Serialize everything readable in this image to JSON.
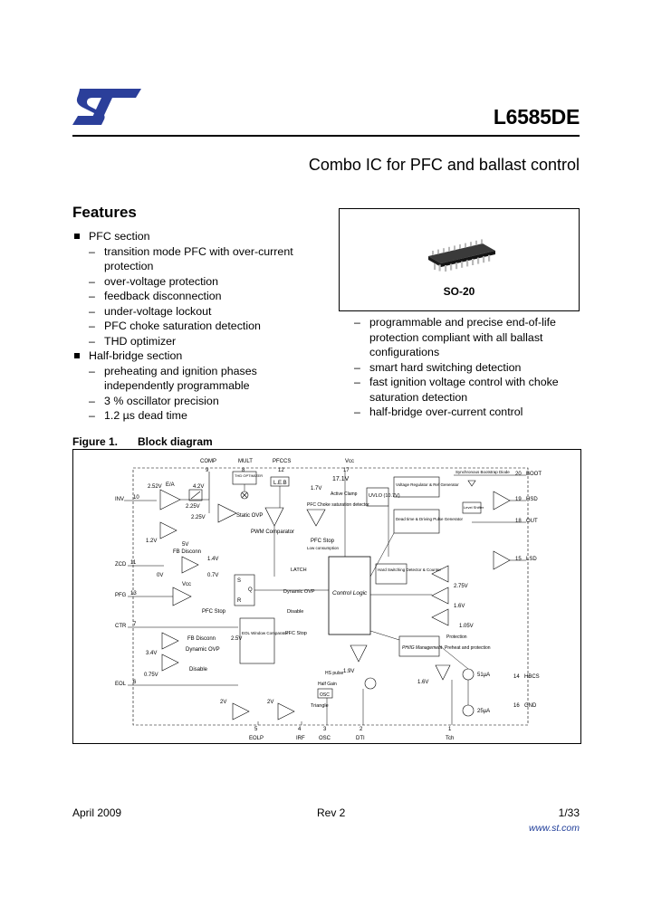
{
  "header": {
    "part_number": "L6585DE",
    "subtitle": "Combo IC for PFC and ballast control"
  },
  "features": {
    "heading": "Features",
    "left_column": [
      {
        "level": 1,
        "text": "PFC section"
      },
      {
        "level": 2,
        "text": "transition mode PFC with over-current protection"
      },
      {
        "level": 2,
        "text": "over-voltage protection"
      },
      {
        "level": 2,
        "text": "feedback disconnection"
      },
      {
        "level": 2,
        "text": "under-voltage lockout"
      },
      {
        "level": 2,
        "text": "PFC choke saturation detection"
      },
      {
        "level": 2,
        "text": "THD optimizer"
      },
      {
        "level": 1,
        "text": "Half-bridge section"
      },
      {
        "level": 2,
        "text": "preheating and ignition phases independently programmable"
      },
      {
        "level": 2,
        "text": "3 % oscillator precision"
      },
      {
        "level": 2,
        "text": "1.2 µs dead time"
      }
    ],
    "right_column": [
      {
        "level": 2,
        "text": "programmable and precise end-of-life protection compliant with all ballast configurations"
      },
      {
        "level": 2,
        "text": "smart hard switching detection"
      },
      {
        "level": 2,
        "text": "fast ignition voltage control with choke saturation detection"
      },
      {
        "level": 2,
        "text": "half-bridge over-current control"
      }
    ]
  },
  "package": {
    "label": "SO-20"
  },
  "figure": {
    "number": "Figure 1.",
    "title": "Block diagram",
    "pins_left": [
      {
        "num": "10",
        "name": "INV"
      },
      {
        "num": "11",
        "name": "ZCD"
      },
      {
        "num": "13",
        "name": "PFG"
      },
      {
        "num": "7",
        "name": "CTR"
      },
      {
        "num": "6",
        "name": "EOL"
      }
    ],
    "pins_top": [
      {
        "num": "9",
        "name": "COMP"
      },
      {
        "num": "8",
        "name": "MULT"
      },
      {
        "num": "12",
        "name": "PFCCS"
      },
      {
        "num": "17",
        "name": "Vcc"
      }
    ],
    "pins_right": [
      {
        "num": "20",
        "name": "BOOT"
      },
      {
        "num": "19",
        "name": "HSD"
      },
      {
        "num": "18",
        "name": "OUT"
      },
      {
        "num": "15",
        "name": "LSD"
      },
      {
        "num": "14",
        "name": "HBCS"
      },
      {
        "num": "16",
        "name": "GND"
      }
    ],
    "pins_bottom": [
      {
        "num": "5",
        "name": "EOLP"
      },
      {
        "num": "4",
        "name": "IRF"
      },
      {
        "num": "3",
        "name": "OSC"
      },
      {
        "num": "2",
        "name": "DTI"
      },
      {
        "num": "1",
        "name": "Tch"
      }
    ],
    "labels": {
      "ea": "E/A",
      "v_252": "2.52V",
      "v_42": "4.2V",
      "v_225a": "2.25V",
      "v_225b": "2.25V",
      "v_12": "1.2V",
      "thd": "THD OPTIMIZER",
      "leb": "L.E.B",
      "static_ovp": "Static OVP",
      "pwm_comp": "PWM Comparator",
      "pfc_choke": "PFC Choke saturation detector",
      "v_17": "1.7V",
      "pfc_stop_a": "PFC Stop",
      "v_171": "17.1V",
      "active_clamp": "Active Clamp",
      "uvlo": "UVLO (10.7V)",
      "vreg": "Voltage Regulator & Ref Generator",
      "dead_time": "Dead time & Driving Pulse Generator",
      "sync_diode": "Synchronous Bootstrap Diode",
      "level_shifter": "Level Shifter",
      "fb_disc": "FB Disconn",
      "v_5": "5V",
      "v_0": "0V",
      "v_14": "1.4V",
      "v_07": "0.7V",
      "vcc_small": "Vcc",
      "sr_s": "S",
      "sr_q": "Q",
      "sr_r": "R",
      "latch": "LATCH",
      "low_cons": "Low consumption",
      "hard_sw": "Hard Switching Detector & Counter",
      "control_logic": "Control Logic",
      "pfc_stop_b": "PFC Stop",
      "dyn_ovp_a": "Dynamic OVP",
      "disable_a": "Disable",
      "pfc_stop_c": "PFC Stop",
      "v_275": "2.75V",
      "v_16a": "1.6V",
      "v_105": "1.05V",
      "eol_window": "EOL Window Comparator",
      "v_25": "2.5V",
      "fb_disc_b": "FB Disconn",
      "dyn_ovp_b": "Dynamic OVP",
      "disable_b": "Disable",
      "v_34": "3.4V",
      "v_075": "0.75V",
      "v_19": "1.9V",
      "pmph": "PH/IG Management",
      "protection": "Protection",
      "preheat": "Preheat and protection",
      "v_16b": "1.6V",
      "i_51": "51µA",
      "i_25": "25µA",
      "half_gain": "Half Gain",
      "hs_pulse": "HS pulse",
      "triangle": "Triangle",
      "osc_box": "OSC",
      "v_2a": "2V",
      "v_2b": "2V"
    }
  },
  "footer": {
    "date": "April 2009",
    "rev": "Rev 2",
    "page": "1/33",
    "url": "www.st.com"
  },
  "colors": {
    "logo": "#2b3f9a",
    "url": "#1f3d99"
  }
}
